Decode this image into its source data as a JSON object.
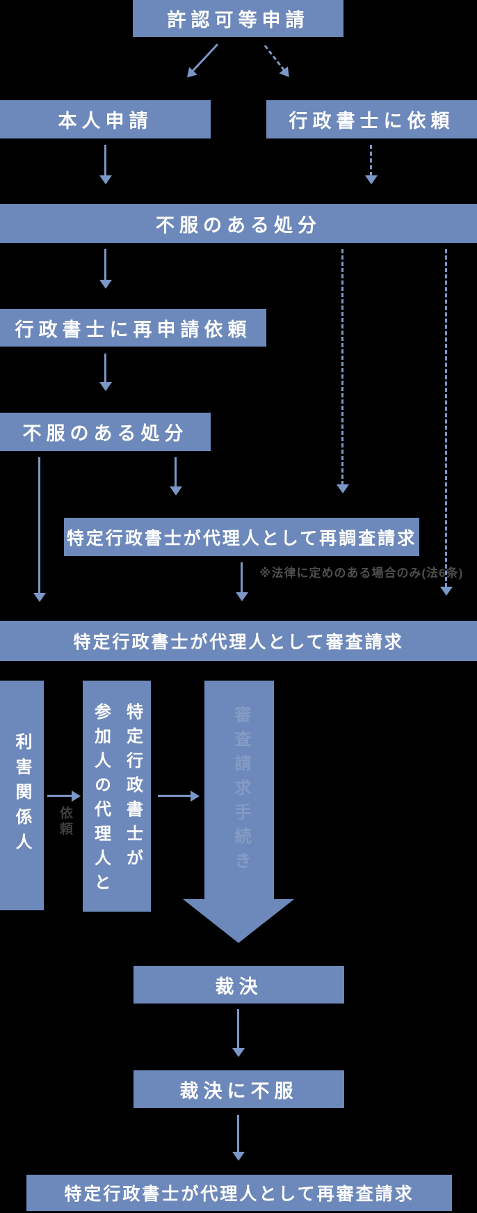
{
  "colors": {
    "background": "#000000",
    "box_fill": "#6d88ba",
    "box_text": "#ffffff",
    "arrow": "#7b97c8",
    "note_text": "#4e4e4e",
    "irai_text": "#3e3e3e",
    "big_arrow_label": "rgba(255,255,255,0.16)"
  },
  "nodes": {
    "application": {
      "label": "許認可等申請"
    },
    "self_application": {
      "label": "本人申請"
    },
    "request_gyoseishoshi": {
      "label": "行政書士に依頼"
    },
    "unfavorable_disposition_1": {
      "label": "不服のある処分"
    },
    "re_application_request": {
      "label": "行政書士に再申請依頼"
    },
    "unfavorable_disposition_2": {
      "label": "不服のある処分"
    },
    "re_investigation_request": {
      "label": "特定行政書士が代理人として再調査請求"
    },
    "examination_request": {
      "label": "特定行政書士が代理人として審査請求"
    },
    "interested_party": {
      "label": "利害関係人"
    },
    "intervenor_agent": {
      "col_right": "特定行政書士が",
      "col_left": "参加人の代理人と"
    },
    "examination_procedure": {
      "label": "審査請求手続き"
    },
    "ruling": {
      "label": "裁決"
    },
    "ruling_dissatisfied": {
      "label": "裁決に不服"
    },
    "re_examination_request": {
      "label": "特定行政書士が代理人として再審査請求"
    }
  },
  "annotations": {
    "law_note": "※法律に定めのある場合のみ(法6条)",
    "irai_label": "依頼"
  }
}
